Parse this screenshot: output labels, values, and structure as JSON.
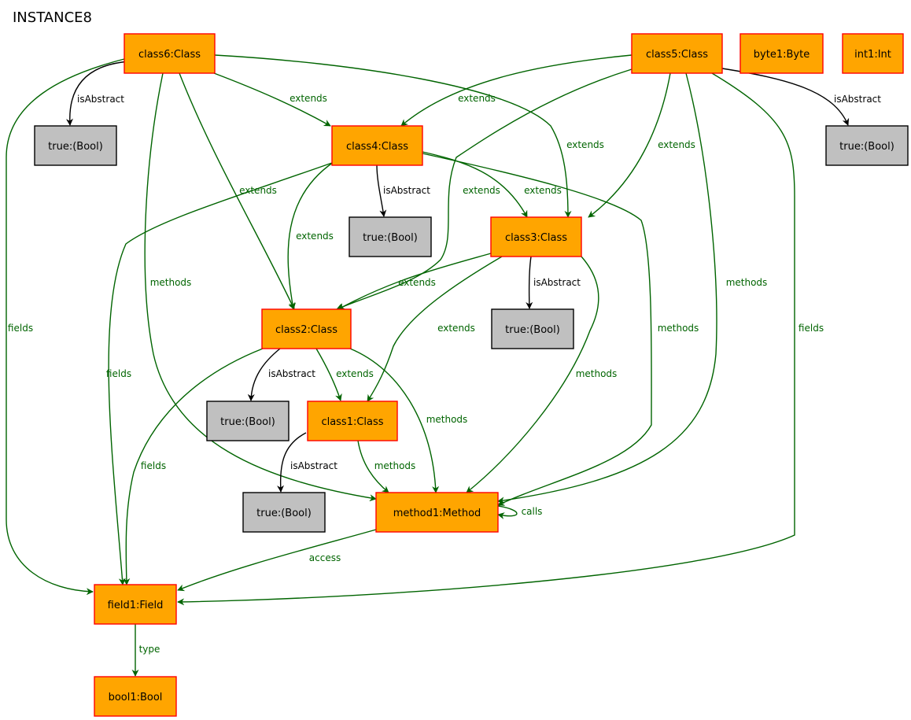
{
  "title": "INSTANCE8",
  "colors": {
    "object_fill": "#ffa500",
    "object_stroke": "#ff0000",
    "value_fill": "#c0c0c0",
    "value_stroke": "#000000",
    "ref_edge": "#006400",
    "attr_edge": "#000000"
  },
  "nodes": [
    {
      "id": "class6",
      "label": "class6:Class",
      "kind": "object"
    },
    {
      "id": "class5",
      "label": "class5:Class",
      "kind": "object"
    },
    {
      "id": "byte1",
      "label": "byte1:Byte",
      "kind": "object"
    },
    {
      "id": "int1",
      "label": "int1:Int",
      "kind": "object"
    },
    {
      "id": "true6",
      "label": "true:(Bool)",
      "kind": "value"
    },
    {
      "id": "class4",
      "label": "class4:Class",
      "kind": "object"
    },
    {
      "id": "true5",
      "label": "true:(Bool)",
      "kind": "value"
    },
    {
      "id": "true4",
      "label": "true:(Bool)",
      "kind": "value"
    },
    {
      "id": "class3",
      "label": "class3:Class",
      "kind": "object"
    },
    {
      "id": "class2",
      "label": "class2:Class",
      "kind": "object"
    },
    {
      "id": "true3",
      "label": "true:(Bool)",
      "kind": "value"
    },
    {
      "id": "true2",
      "label": "true:(Bool)",
      "kind": "value"
    },
    {
      "id": "class1",
      "label": "class1:Class",
      "kind": "object"
    },
    {
      "id": "true1",
      "label": "true:(Bool)",
      "kind": "value"
    },
    {
      "id": "method1",
      "label": "method1:Method",
      "kind": "object"
    },
    {
      "id": "field1",
      "label": "field1:Field",
      "kind": "object"
    },
    {
      "id": "bool1",
      "label": "bool1:Bool",
      "kind": "object"
    }
  ],
  "edges": [
    {
      "id": "e1",
      "from": "class6",
      "to": "true6",
      "label": "isAbstract",
      "kind": "attr"
    },
    {
      "id": "e2",
      "from": "class6",
      "to": "class4",
      "label": "extends",
      "kind": "ref"
    },
    {
      "id": "e3",
      "from": "class6",
      "to": "class3",
      "label": "extends",
      "kind": "ref"
    },
    {
      "id": "e4",
      "from": "class6",
      "to": "class2",
      "label": "extends",
      "kind": "ref"
    },
    {
      "id": "e5",
      "from": "class6",
      "to": "method1",
      "label": "methods",
      "kind": "ref"
    },
    {
      "id": "e6",
      "from": "class6",
      "to": "field1",
      "label": "fields",
      "kind": "ref"
    },
    {
      "id": "e7",
      "from": "class5",
      "to": "class4",
      "label": "extends",
      "kind": "ref"
    },
    {
      "id": "e8",
      "from": "class5",
      "to": "true5",
      "label": "isAbstract",
      "kind": "attr"
    },
    {
      "id": "e9",
      "from": "class5",
      "to": "class3",
      "label": "extends",
      "kind": "ref"
    },
    {
      "id": "e10",
      "from": "class5",
      "to": "class2",
      "label": "extends",
      "kind": "ref"
    },
    {
      "id": "e11",
      "from": "class5",
      "to": "method1",
      "label": "methods",
      "kind": "ref"
    },
    {
      "id": "e12",
      "from": "class5",
      "to": "field1",
      "label": "fields",
      "kind": "ref"
    },
    {
      "id": "e13",
      "from": "class4",
      "to": "true4",
      "label": "isAbstract",
      "kind": "attr"
    },
    {
      "id": "e14",
      "from": "class4",
      "to": "class3",
      "label": "extends",
      "kind": "ref"
    },
    {
      "id": "e15",
      "from": "class4",
      "to": "class2",
      "label": "extends",
      "kind": "ref"
    },
    {
      "id": "e16",
      "from": "class4",
      "to": "field1",
      "label": "fields",
      "kind": "ref"
    },
    {
      "id": "e17",
      "from": "class4",
      "to": "method1",
      "label": "methods",
      "kind": "ref"
    },
    {
      "id": "e18",
      "from": "class3",
      "to": "true3",
      "label": "isAbstract",
      "kind": "attr"
    },
    {
      "id": "e19",
      "from": "class3",
      "to": "class2",
      "label": "extends",
      "kind": "ref"
    },
    {
      "id": "e20",
      "from": "class3",
      "to": "class1",
      "label": "extends",
      "kind": "ref"
    },
    {
      "id": "e21",
      "from": "class3",
      "to": "method1",
      "label": "methods",
      "kind": "ref"
    },
    {
      "id": "e22",
      "from": "class2",
      "to": "true2",
      "label": "isAbstract",
      "kind": "attr"
    },
    {
      "id": "e23",
      "from": "class2",
      "to": "class1",
      "label": "extends",
      "kind": "ref"
    },
    {
      "id": "e24",
      "from": "class2",
      "to": "method1",
      "label": "methods",
      "kind": "ref"
    },
    {
      "id": "e25",
      "from": "class2",
      "to": "field1",
      "label": "fields",
      "kind": "ref"
    },
    {
      "id": "e26",
      "from": "class1",
      "to": "true1",
      "label": "isAbstract",
      "kind": "attr"
    },
    {
      "id": "e27",
      "from": "class1",
      "to": "method1",
      "label": "methods",
      "kind": "ref"
    },
    {
      "id": "e28",
      "from": "method1",
      "to": "method1",
      "label": "calls",
      "kind": "ref"
    },
    {
      "id": "e29",
      "from": "method1",
      "to": "field1",
      "label": "access",
      "kind": "ref"
    },
    {
      "id": "e30",
      "from": "field1",
      "to": "bool1",
      "label": "type",
      "kind": "ref"
    }
  ]
}
